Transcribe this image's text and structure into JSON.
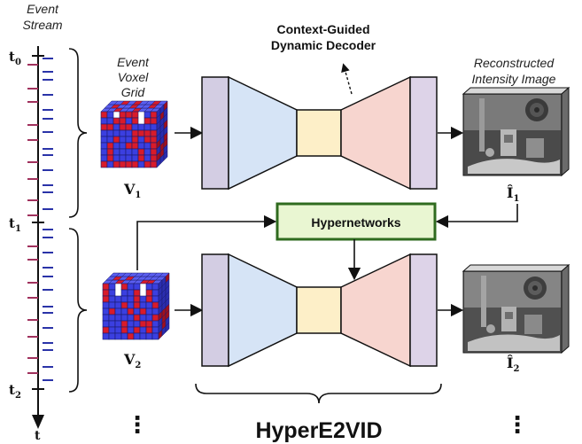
{
  "stream_title": [
    "Event",
    "Stream"
  ],
  "voxel_title": [
    "Event",
    "Voxel",
    "Grid"
  ],
  "decoder_title": [
    "Context-Guided",
    "Dynamic Decoder"
  ],
  "recon_title": [
    "Reconstructed",
    "Intensity Image"
  ],
  "hyper_label": "Hypernetworks",
  "model_name": "HyperE2VID",
  "time_axis": {
    "t0": "t",
    "t0_sub": "0",
    "t1": "t",
    "t1_sub": "1",
    "t2": "t",
    "t2_sub": "2",
    "axis_end": "t"
  },
  "voxel_labels": [
    {
      "main": "V",
      "sub": "1"
    },
    {
      "main": "V",
      "sub": "2"
    }
  ],
  "output_labels": [
    {
      "main": "Î",
      "sub": "1"
    },
    {
      "main": "Î",
      "sub": "2"
    }
  ],
  "ellipsis": "⋮",
  "colors": {
    "encoder_side": "#d3cde3",
    "encoder_body": "#d6e4f6",
    "bottleneck": "#fdefc8",
    "decoder_body": "#f7d5cf",
    "decoder_side": "#ddd3e8",
    "hyper_box": "#e9f6d2",
    "hyper_border": "#2f6b1f",
    "event_red": "#a0315d",
    "event_blue": "#2a33a8",
    "voxel_blue": "#3b3fe0",
    "voxel_red": "#d81b2a"
  }
}
